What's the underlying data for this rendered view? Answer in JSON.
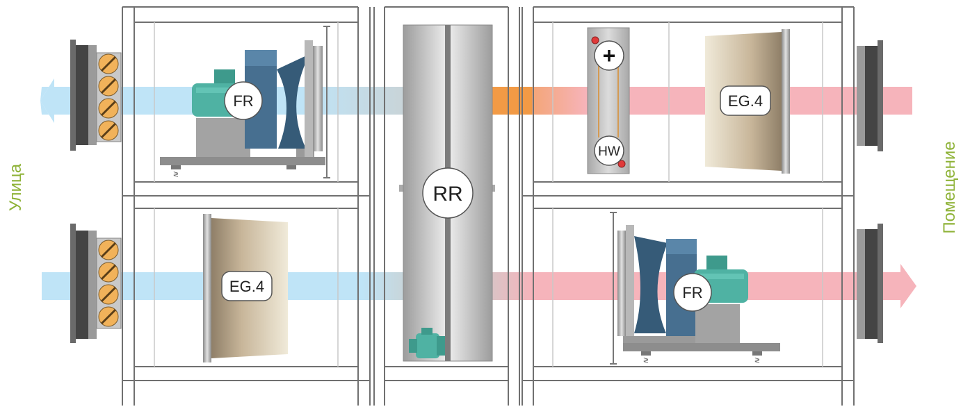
{
  "labels": {
    "outside": "Улица",
    "room": "Помещение"
  },
  "components": {
    "exhaust_fan": "FR",
    "supply_fan": "FR",
    "rotor": "RR",
    "heater": "HW",
    "heater_symbol": "+",
    "filter_exhaust": "EG.4",
    "filter_supply": "EG.4"
  },
  "colors": {
    "cold_air": "#bde3f6",
    "warm_air": "#f6b4bb",
    "heated_air": "#f29a45",
    "frame": "#6e6e6e",
    "label_text": "#8fb339",
    "fan_blue": "#3f6f94",
    "motor_teal": "#4fb2a3"
  }
}
